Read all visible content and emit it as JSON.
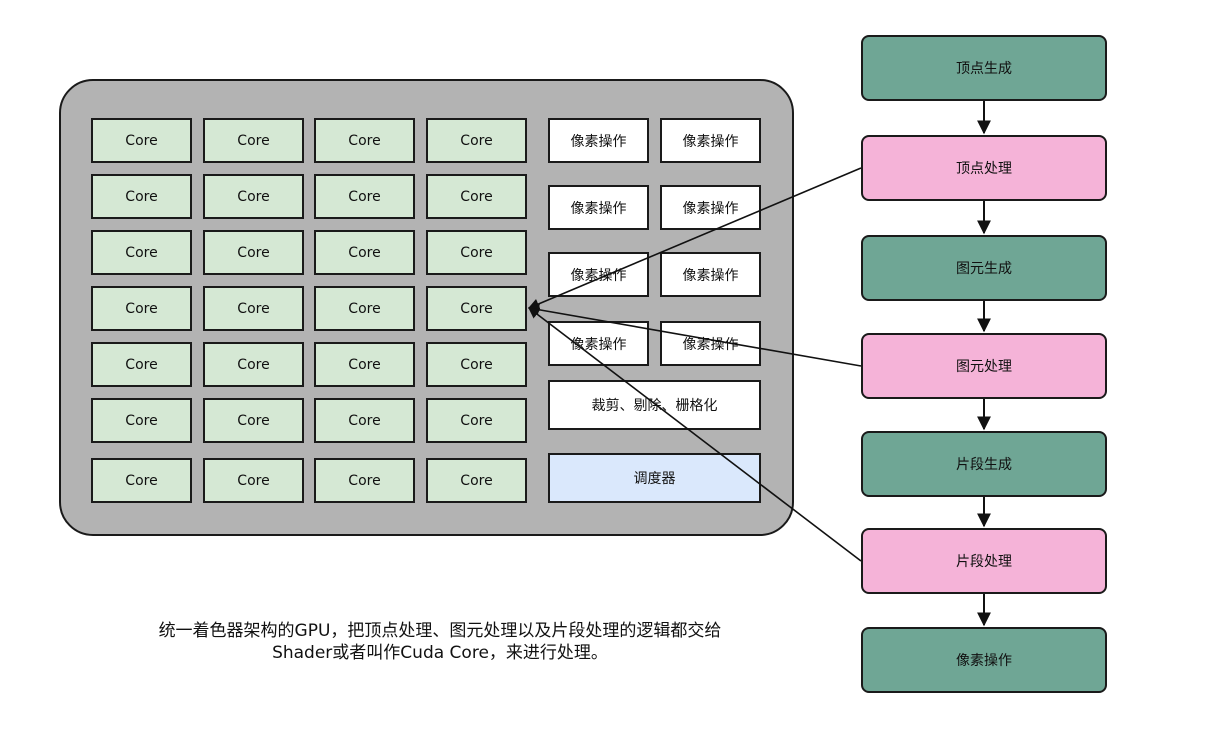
{
  "gpu": {
    "cores": [
      [
        "Core",
        "Core",
        "Core",
        "Core"
      ],
      [
        "Core",
        "Core",
        "Core",
        "Core"
      ],
      [
        "Core",
        "Core",
        "Core",
        "Core"
      ],
      [
        "Core",
        "Core",
        "Core",
        "Core"
      ],
      [
        "Core",
        "Core",
        "Core",
        "Core"
      ],
      [
        "Core",
        "Core",
        "Core",
        "Core"
      ],
      [
        "Core",
        "Core",
        "Core",
        "Core"
      ]
    ],
    "pixel_ops": [
      [
        "像素操作",
        "像素操作"
      ],
      [
        "像素操作",
        "像素操作"
      ],
      [
        "像素操作",
        "像素操作"
      ],
      [
        "像素操作",
        "像素操作"
      ]
    ],
    "clip_label": "裁剪、剔除、栅格化",
    "scheduler_label": "调度器"
  },
  "pipeline": [
    {
      "label": "顶点生成",
      "kind": "generate"
    },
    {
      "label": "顶点处理",
      "kind": "process"
    },
    {
      "label": "图元生成",
      "kind": "generate"
    },
    {
      "label": "图元处理",
      "kind": "process"
    },
    {
      "label": "片段生成",
      "kind": "generate"
    },
    {
      "label": "片段处理",
      "kind": "process"
    },
    {
      "label": "像素操作",
      "kind": "generate"
    }
  ],
  "caption": {
    "line1": "统一着色器架构的GPU，把顶点处理、图元处理以及片段处理的逻辑都交给",
    "line2": "Shader或者叫作Cuda Core，来进行处理。"
  },
  "colors": {
    "core": "#d5e8d4",
    "scheduler": "#dae8fc",
    "generate_stage": "#6fa695",
    "process_stage": "#f5b3d8",
    "gpu_body": "#b3b3b3"
  }
}
